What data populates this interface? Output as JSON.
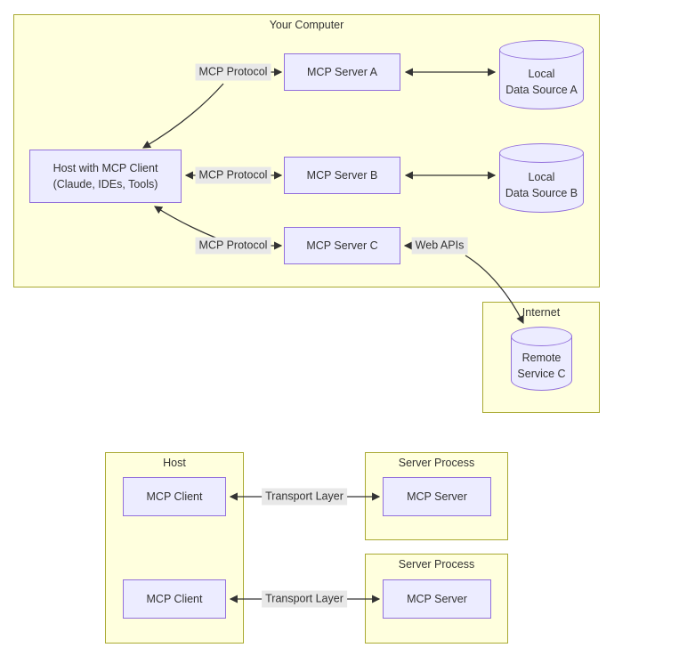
{
  "clusters": {
    "your_computer": {
      "title": "Your Computer"
    },
    "internet": {
      "title": "Internet"
    },
    "host": {
      "title": "Host"
    },
    "server_process_1": {
      "title": "Server Process"
    },
    "server_process_2": {
      "title": "Server Process"
    }
  },
  "nodes": {
    "host": {
      "line1": "Host with MCP Client",
      "line2": "(Claude, IDEs, Tools)"
    },
    "server_a": {
      "label": "MCP Server A"
    },
    "server_b": {
      "label": "MCP Server B"
    },
    "server_c": {
      "label": "MCP Server C"
    },
    "data_a": {
      "line1": "Local",
      "line2": "Data Source A"
    },
    "data_b": {
      "line1": "Local",
      "line2": "Data Source B"
    },
    "remote_c": {
      "line1": "Remote",
      "line2": "Service C"
    },
    "client_1": {
      "label": "MCP Client"
    },
    "client_2": {
      "label": "MCP Client"
    },
    "server_1": {
      "label": "MCP Server"
    },
    "server_2": {
      "label": "MCP Server"
    }
  },
  "edge_labels": {
    "protocol_a": "MCP Protocol",
    "protocol_b": "MCP Protocol",
    "protocol_c": "MCP Protocol",
    "web_apis": "Web APIs",
    "transport_1": "Transport Layer",
    "transport_2": "Transport Layer"
  },
  "colors": {
    "cluster_fill": "#ffffde",
    "cluster_border": "#aaaa33",
    "node_fill": "#ECECFF",
    "node_border": "#9370DB",
    "edge_label_bg": "#e8e8e8",
    "line": "#333333",
    "text": "#333333"
  }
}
